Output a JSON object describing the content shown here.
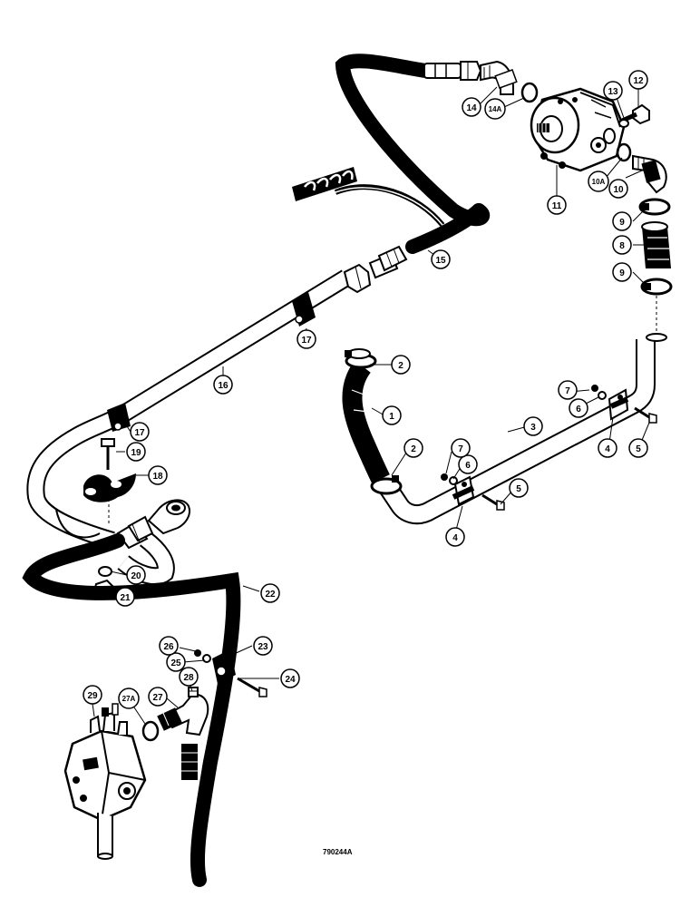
{
  "diagram": {
    "drawing_number": "790244A",
    "callouts": [
      {
        "id": "1",
        "label": "1"
      },
      {
        "id": "2a",
        "label": "2"
      },
      {
        "id": "2b",
        "label": "2"
      },
      {
        "id": "3",
        "label": "3"
      },
      {
        "id": "4a",
        "label": "4"
      },
      {
        "id": "4b",
        "label": "4"
      },
      {
        "id": "5a",
        "label": "5"
      },
      {
        "id": "5b",
        "label": "5"
      },
      {
        "id": "6a",
        "label": "6"
      },
      {
        "id": "6b",
        "label": "6"
      },
      {
        "id": "7a",
        "label": "7"
      },
      {
        "id": "7b",
        "label": "7"
      },
      {
        "id": "8",
        "label": "8"
      },
      {
        "id": "9a",
        "label": "9"
      },
      {
        "id": "9b",
        "label": "9"
      },
      {
        "id": "10",
        "label": "10"
      },
      {
        "id": "10A",
        "label": "10A"
      },
      {
        "id": "11",
        "label": "11"
      },
      {
        "id": "12",
        "label": "12"
      },
      {
        "id": "13",
        "label": "13"
      },
      {
        "id": "14",
        "label": "14"
      },
      {
        "id": "14A",
        "label": "14A"
      },
      {
        "id": "15",
        "label": "15"
      },
      {
        "id": "16",
        "label": "16"
      },
      {
        "id": "17a",
        "label": "17"
      },
      {
        "id": "17b",
        "label": "17"
      },
      {
        "id": "18",
        "label": "18"
      },
      {
        "id": "19",
        "label": "19"
      },
      {
        "id": "20",
        "label": "20"
      },
      {
        "id": "21",
        "label": "21"
      },
      {
        "id": "22",
        "label": "22"
      },
      {
        "id": "23",
        "label": "23"
      },
      {
        "id": "24",
        "label": "24"
      },
      {
        "id": "25",
        "label": "25"
      },
      {
        "id": "26",
        "label": "26"
      },
      {
        "id": "27",
        "label": "27"
      },
      {
        "id": "27A",
        "label": "27A"
      },
      {
        "id": "28",
        "label": "28"
      },
      {
        "id": "29",
        "label": "29"
      }
    ]
  }
}
